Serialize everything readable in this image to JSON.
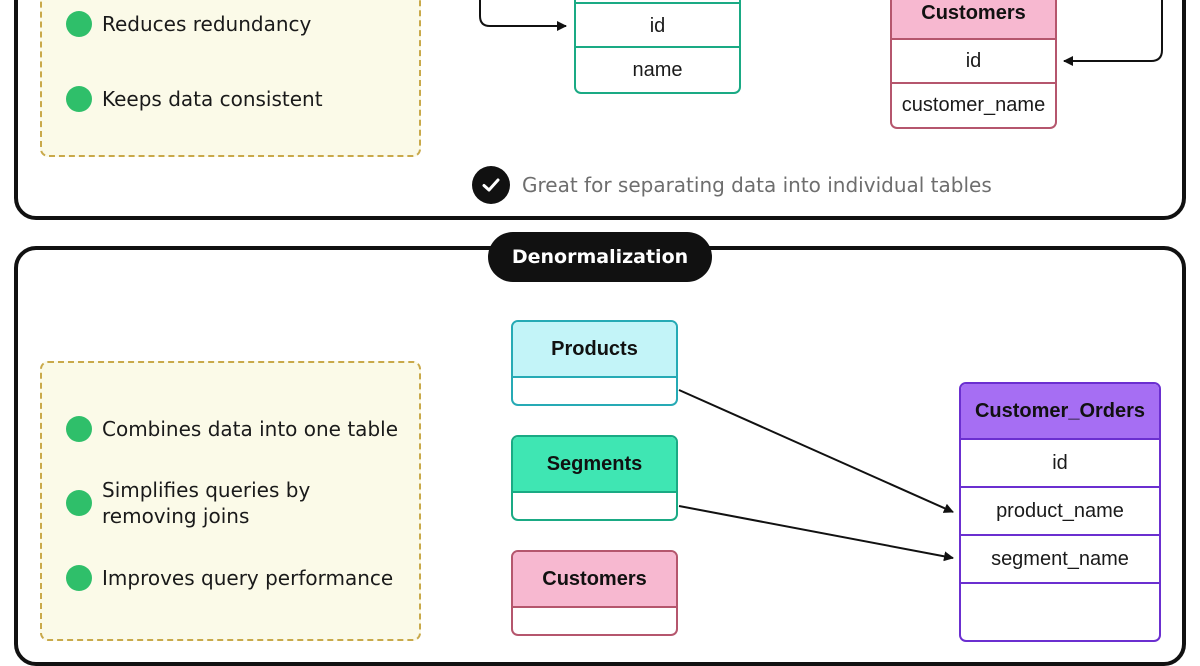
{
  "normalization": {
    "benefits": [
      "Reduces redundancy",
      "Keeps data consistent"
    ],
    "summary": "Great for separating data into individual tables",
    "tables": {
      "left": {
        "rows": [
          "id",
          "name"
        ]
      },
      "customers": {
        "title": "Customers",
        "rows": [
          "id",
          "customer_name"
        ]
      }
    }
  },
  "denormalization": {
    "label": "Denormalization",
    "benefits": [
      "Combines data into one table",
      "Simplifies queries by removing joins",
      "Improves query performance"
    ],
    "tables": {
      "products": {
        "title": "Products"
      },
      "segments": {
        "title": "Segments"
      },
      "customers": {
        "title": "Customers"
      },
      "customer_orders": {
        "title": "Customer_Orders",
        "rows": [
          "id",
          "product_name",
          "segment_name"
        ]
      }
    }
  },
  "colors": {
    "teal": "#1aaa84",
    "pink": "#f7b8d0",
    "cyan": "#c3f4f8",
    "mint": "#3fe6b3",
    "purple": "#a66ef3",
    "benefit_dot": "#2fbf6a"
  },
  "icons": {
    "summary": "checkmark-icon",
    "bullet": "green-dot-icon"
  }
}
